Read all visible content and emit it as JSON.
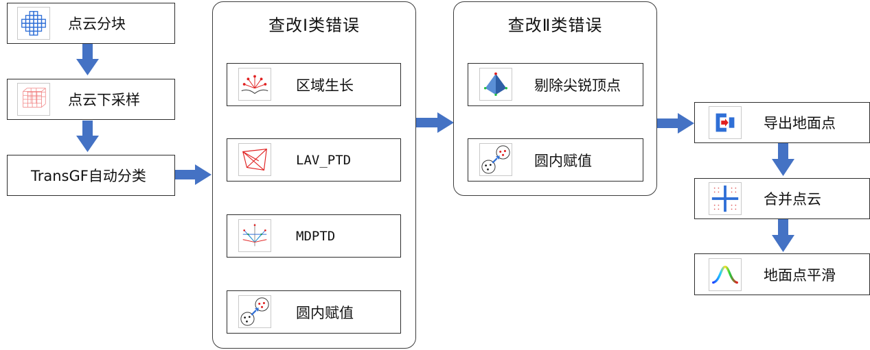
{
  "colors": {
    "arrow": "#4472C4",
    "border": "#2b2b2b",
    "icon_red": "#e02020",
    "icon_blue": "#2f6fd6"
  },
  "left_column": [
    {
      "label": "点云分块",
      "icon": "grid-blocks-icon"
    },
    {
      "label": "点云下采样",
      "icon": "downsample-grid-icon"
    },
    {
      "label": "TransGF自动分类",
      "icon": ""
    }
  ],
  "group1": {
    "title": "查改Ⅰ类错误",
    "items": [
      {
        "label": "区域生长",
        "icon": "region-growing-icon"
      },
      {
        "label": "LAV_PTD",
        "icon": "triangle-mesh-icon"
      },
      {
        "label": "MDPTD",
        "icon": "multi-direction-icon"
      },
      {
        "label": "圆内赋值",
        "icon": "circle-assign-icon"
      }
    ]
  },
  "group2": {
    "title": "查改Ⅱ类错误",
    "items": [
      {
        "label": "剔除尖锐顶点",
        "icon": "pyramid-icon"
      },
      {
        "label": "圆内赋值",
        "icon": "circle-assign-icon"
      }
    ]
  },
  "right_column": [
    {
      "label": "导出地面点",
      "icon": "export-icon"
    },
    {
      "label": "合并点云",
      "icon": "merge-cross-icon"
    },
    {
      "label": "地面点平滑",
      "icon": "smooth-curve-icon"
    }
  ]
}
